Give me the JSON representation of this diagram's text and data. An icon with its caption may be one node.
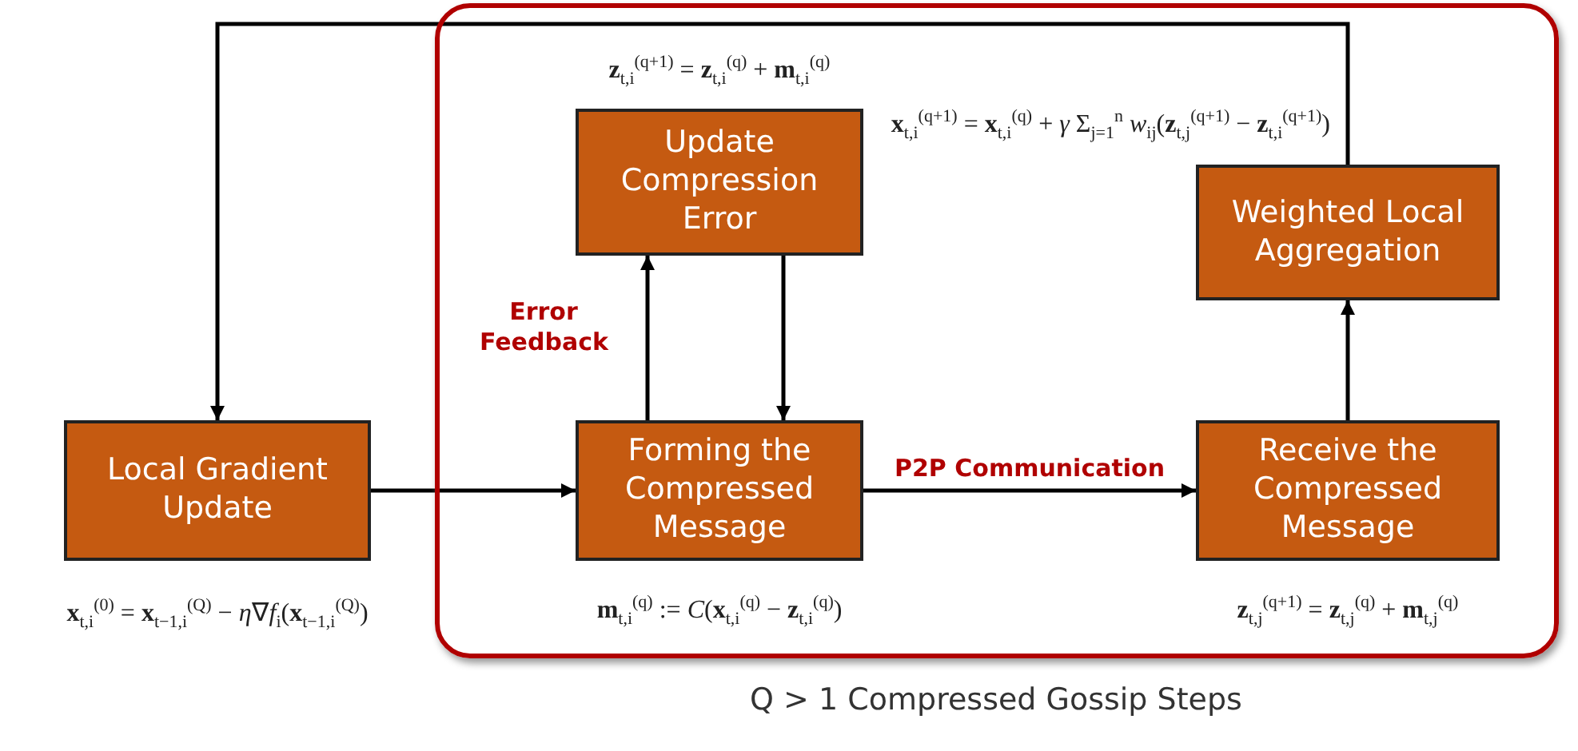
{
  "diagram": {
    "nodes": [
      {
        "text": [],
        "shape": "box",
        "beside": [
          "Q > 1 Compressed Gossip Steps"
        ]
      },
      {
        "text": [
          "Local Gradient Update"
        ],
        "beside": [
          "**x**$_{t,i}$$^{(0)}$ = **x**$_{t−1,i}$$^{(Q)}$ − *η*∇*f*$_{i}$(**x**$_{t−1,i}$$^{(Q)}$)"
        ]
      },
      {
        "text": [
          "Update Compression Error"
        ],
        "in": 0,
        "beside": [
          "**z**$_{t,i}$$^{(q+1)}$ = **z**$_{t,i}$$^{(q)}$ + **m**$_{t,i}$$^{(q)}$"
        ]
      },
      {
        "text": [
          "Forming the Compressed Message"
        ],
        "in": 0,
        "beside": [
          "**m**$_{t,i}$$^{(q)}$ := *C*(**x**$_{t,i}$$^{(q)}$ − **z**$_{t,i}$$^{(q)}$)"
        ]
      },
      {
        "text": [
          "Receive the Compressed Message"
        ],
        "in": 0,
        "beside": [
          "**z**$_{t,j}$$^{(q+1)}$ = **z**$_{t,j}$$^{(q)}$ + **m**$_{t,j}$$^{(q)}$"
        ]
      },
      {
        "text": [
          "Weighted Local Aggregation"
        ],
        "in": 0,
        "beside": [
          "**x**$_{t,i}$$^{(q+1)}$ = **x**$_{t,i}$$^{(q)}$ + *γ* Σ$_{j=1}$$^{n}$ *w*$_{ij}$(**z**$_{t,j}$$^{(q+1)}$ − **z**$_{t,i}$$^{(q+1)}$)"
        ]
      }
    ],
    "edges": [
      {
        "from": 1,
        "to": 3,
        "arrow": "to"
      },
      {
        "from": 3,
        "to": 2,
        "arrow": "to"
      },
      {
        "from": 2,
        "to": 3,
        "arrow": "to"
      },
      {
        "from": 3,
        "to": 4,
        "arrow": "to",
        "label": "P2P Communication"
      },
      {
        "from": 4,
        "to": 5,
        "arrow": "to"
      },
      {
        "from": 5,
        "to": 1,
        "arrow": "to"
      }
    ],
    "labels": [
      "Error Feedback"
    ]
  }
}
